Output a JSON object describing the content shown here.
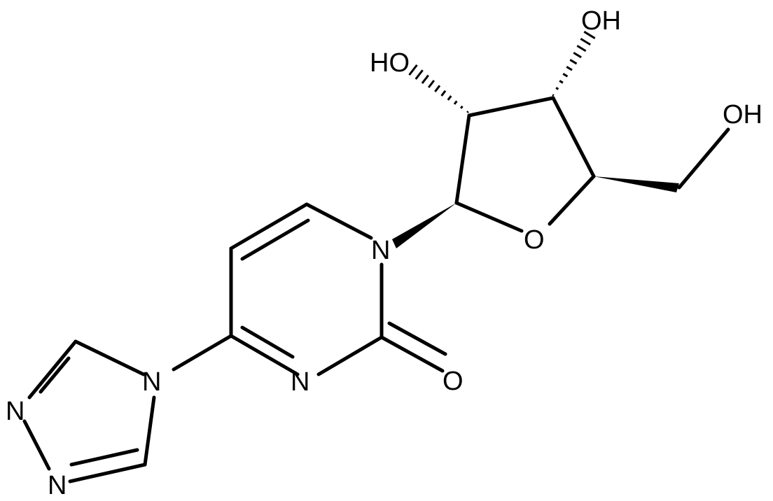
{
  "atom_labels": {
    "ho_top_right": "OH",
    "ho_top_left": "HO",
    "oh_right": "OH",
    "ring_oxygen": "O",
    "n1": "N",
    "n3": "N",
    "carbonyl_oxygen": "O",
    "triazole_n4": "N",
    "triazole_n2": "N",
    "triazole_n1": "N"
  }
}
